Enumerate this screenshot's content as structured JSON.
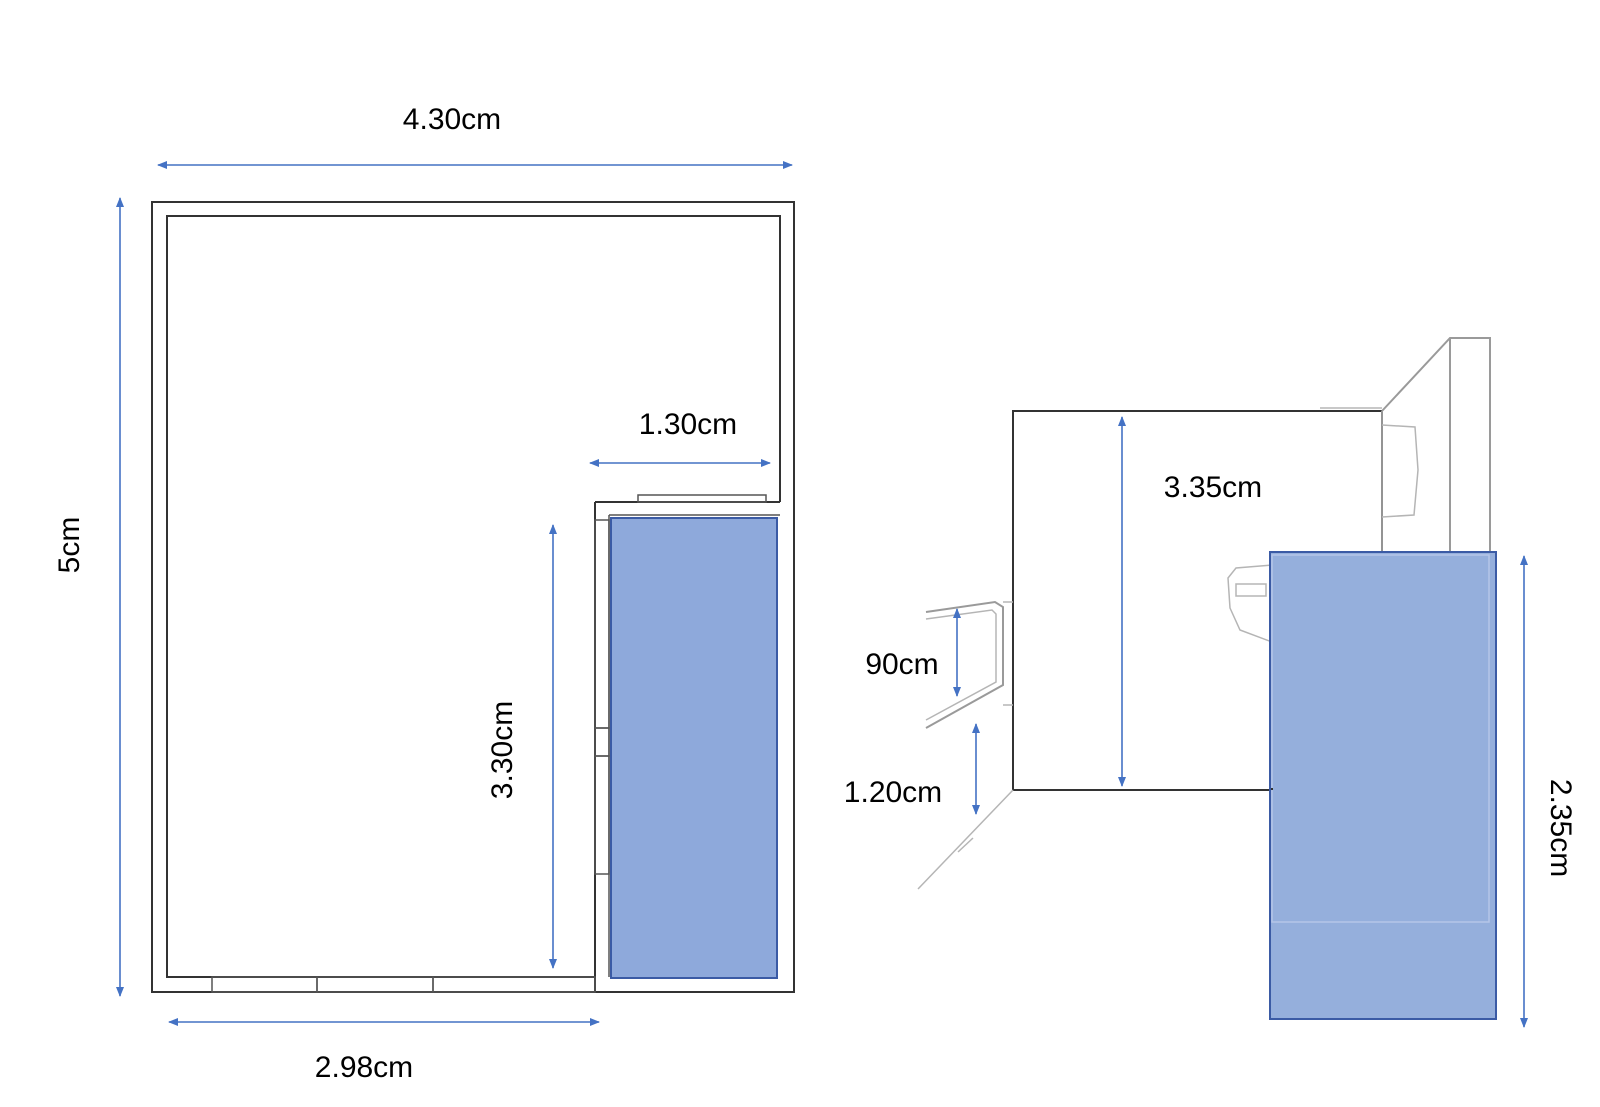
{
  "plan_view": {
    "dimensions": {
      "total_width": "4.30cm",
      "total_depth": "5cm",
      "front_width": "2.98cm",
      "alcove_width": "1.30cm",
      "alcove_depth": "3.30cm"
    }
  },
  "elevation_view": {
    "dimensions": {
      "wall_height": "3.35cm",
      "window_height": "90cm",
      "sill_height": "1.20cm",
      "block_height": "2.35cm"
    }
  },
  "colors": {
    "dimension_line": "#4472c4",
    "highlight_fill": "#8ea9db",
    "wall_stroke": "#333333"
  }
}
